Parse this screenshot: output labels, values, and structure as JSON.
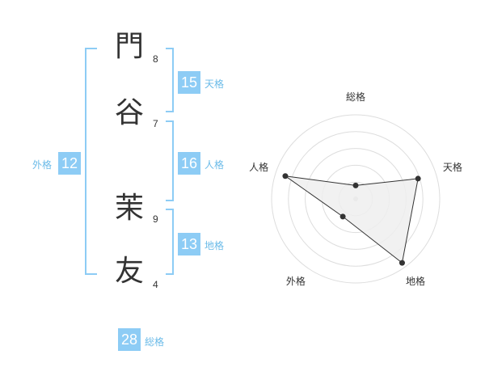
{
  "name": {
    "chars": [
      {
        "char": "門",
        "strokes": "8"
      },
      {
        "char": "谷",
        "strokes": "7"
      },
      {
        "char": "茉",
        "strokes": "9"
      },
      {
        "char": "友",
        "strokes": "4"
      }
    ]
  },
  "fortune": {
    "tenkaku": {
      "value": "15",
      "label": "天格"
    },
    "jinkaku": {
      "value": "16",
      "label": "人格"
    },
    "chikaku": {
      "value": "13",
      "label": "地格"
    },
    "gaikaku": {
      "value": "12",
      "label": "外格"
    },
    "soukaku": {
      "value": "28",
      "label": "総格"
    }
  },
  "colors": {
    "accent": "#8dccf5",
    "bracket": "#8dccf5",
    "polygon_fill": "#efefef"
  },
  "chart_data": {
    "type": "radar",
    "axes": [
      "総格",
      "天格",
      "地格",
      "外格",
      "人格"
    ],
    "max": 5,
    "rings": 5,
    "values": [
      0.8,
      3.9,
      4.7,
      1.3,
      4.4
    ]
  }
}
